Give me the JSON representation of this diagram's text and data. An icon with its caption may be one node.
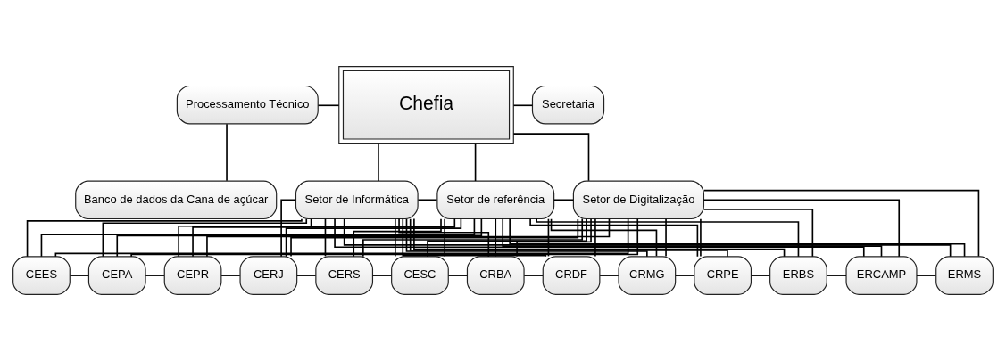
{
  "diagram": {
    "nodes": [
      {
        "text": [
          "Chefia"
        ]
      },
      {
        "text": [
          "Processamento Técnico"
        ]
      },
      {
        "text": [
          "Secretaria"
        ]
      },
      {
        "text": [
          "Banco de dados da Cana de açúcar"
        ]
      },
      {
        "text": [
          "Setor de Informática"
        ]
      },
      {
        "text": [
          "Setor de referência"
        ]
      },
      {
        "text": [
          "Setor de Digitalização"
        ]
      },
      {
        "text": [
          "CEES"
        ]
      },
      {
        "text": [
          "CEPA"
        ]
      },
      {
        "text": [
          "CEPR"
        ]
      },
      {
        "text": [
          "CERJ"
        ]
      },
      {
        "text": [
          "CERS"
        ]
      },
      {
        "text": [
          "CESC"
        ]
      },
      {
        "text": [
          "CRBA"
        ]
      },
      {
        "text": [
          "CRDF"
        ]
      },
      {
        "text": [
          "CRMG"
        ]
      },
      {
        "text": [
          "CRPE"
        ]
      },
      {
        "text": [
          "ERBS"
        ]
      },
      {
        "text": [
          "ERCAMP"
        ]
      },
      {
        "text": [
          "ERMS"
        ]
      }
    ],
    "edges": [
      {
        "from": 1,
        "to": 0,
        "arrow": "none"
      },
      {
        "from": 0,
        "to": 2,
        "arrow": "none"
      },
      {
        "from": 1,
        "to": 3,
        "arrow": "none"
      },
      {
        "from": 0,
        "to": 4,
        "arrow": "none"
      },
      {
        "from": 0,
        "to": 5,
        "arrow": "none"
      },
      {
        "from": 0,
        "to": 6,
        "arrow": "none"
      },
      {
        "from": 4,
        "to": 5,
        "arrow": "none"
      },
      {
        "from": 5,
        "to": 6,
        "arrow": "none"
      },
      {
        "from": 4,
        "to": 7,
        "arrow": "none"
      },
      {
        "from": 4,
        "to": 8,
        "arrow": "none"
      },
      {
        "from": 4,
        "to": 9,
        "arrow": "none"
      },
      {
        "from": 4,
        "to": 10,
        "arrow": "none"
      },
      {
        "from": 4,
        "to": 11,
        "arrow": "none"
      },
      {
        "from": 4,
        "to": 12,
        "arrow": "none"
      },
      {
        "from": 4,
        "to": 13,
        "arrow": "none"
      },
      {
        "from": 4,
        "to": 14,
        "arrow": "none"
      },
      {
        "from": 4,
        "to": 15,
        "arrow": "none"
      },
      {
        "from": 4,
        "to": 16,
        "arrow": "none"
      },
      {
        "from": 4,
        "to": 17,
        "arrow": "none"
      },
      {
        "from": 4,
        "to": 18,
        "arrow": "none"
      },
      {
        "from": 4,
        "to": 19,
        "arrow": "none"
      },
      {
        "from": 5,
        "to": 7,
        "arrow": "none"
      },
      {
        "from": 5,
        "to": 8,
        "arrow": "none"
      },
      {
        "from": 5,
        "to": 9,
        "arrow": "none"
      },
      {
        "from": 5,
        "to": 10,
        "arrow": "none"
      },
      {
        "from": 5,
        "to": 11,
        "arrow": "none"
      },
      {
        "from": 5,
        "to": 12,
        "arrow": "none"
      },
      {
        "from": 5,
        "to": 13,
        "arrow": "none"
      },
      {
        "from": 5,
        "to": 14,
        "arrow": "none"
      },
      {
        "from": 5,
        "to": 15,
        "arrow": "none"
      },
      {
        "from": 5,
        "to": 16,
        "arrow": "none"
      },
      {
        "from": 5,
        "to": 17,
        "arrow": "none"
      },
      {
        "from": 5,
        "to": 18,
        "arrow": "none"
      },
      {
        "from": 5,
        "to": 19,
        "arrow": "none"
      },
      {
        "from": 6,
        "to": 7,
        "arrow": "none"
      },
      {
        "from": 6,
        "to": 8,
        "arrow": "none"
      },
      {
        "from": 6,
        "to": 9,
        "arrow": "none"
      },
      {
        "from": 6,
        "to": 10,
        "arrow": "none"
      },
      {
        "from": 6,
        "to": 11,
        "arrow": "none"
      },
      {
        "from": 6,
        "to": 12,
        "arrow": "none"
      },
      {
        "from": 6,
        "to": 13,
        "arrow": "none"
      },
      {
        "from": 6,
        "to": 14,
        "arrow": "none"
      },
      {
        "from": 6,
        "to": 15,
        "arrow": "none"
      },
      {
        "from": 6,
        "to": 16,
        "arrow": "none"
      },
      {
        "from": 6,
        "to": 17,
        "arrow": "none"
      },
      {
        "from": 6,
        "to": 18,
        "arrow": "none"
      },
      {
        "from": 6,
        "to": 19,
        "arrow": "none"
      },
      {
        "from": 7,
        "to": 8,
        "arrow": "none"
      },
      {
        "from": 8,
        "to": 9,
        "arrow": "none"
      },
      {
        "from": 9,
        "to": 10,
        "arrow": "none"
      },
      {
        "from": 10,
        "to": 11,
        "arrow": "none"
      },
      {
        "from": 11,
        "to": 12,
        "arrow": "none"
      },
      {
        "from": 12,
        "to": 13,
        "arrow": "none"
      },
      {
        "from": 13,
        "to": 14,
        "arrow": "none"
      },
      {
        "from": 14,
        "to": 15,
        "arrow": "none"
      },
      {
        "from": 15,
        "to": 16,
        "arrow": "none"
      },
      {
        "from": 16,
        "to": 17,
        "arrow": "none"
      },
      {
        "from": 17,
        "to": 18,
        "arrow": "none"
      },
      {
        "from": 18,
        "to": 19,
        "arrow": "none"
      }
    ]
  }
}
